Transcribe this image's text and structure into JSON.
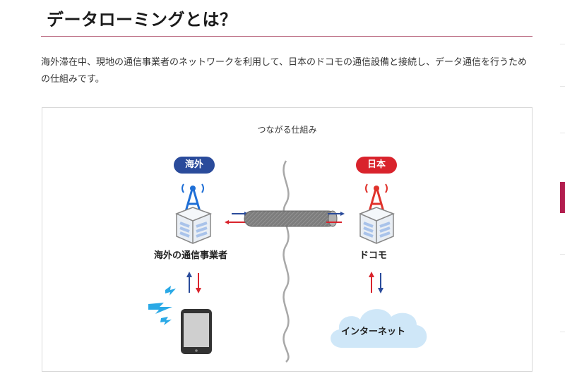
{
  "header": {
    "title": "データローミングとは？"
  },
  "intro": {
    "text": "海外滞在中、現地の通信事業者のネットワークを利用して、日本のドコモの通信設備と接続し、データ通信を行うための仕組みです。"
  },
  "diagram": {
    "caption": "つながる仕組み",
    "regions": {
      "abroad": "海外",
      "japan": "日本"
    },
    "nodes": {
      "abroad_operator": "海外の通信事業者",
      "docomo": "ドコモ",
      "internet": "インターネット"
    },
    "colors": {
      "abroad": "#2a4b9b",
      "japan": "#d9232c",
      "tower_blue": "#1f6fd6",
      "tower_red": "#e0322b",
      "building_fill": "#e9eef4",
      "building_window": "#a9c3ea",
      "cloud": "#cfe7f8",
      "phone": "#333333",
      "signal": "#2aa9e6",
      "cable": "#8a8a8a",
      "divider": "#a8a8a8",
      "rule": "#b9677f"
    }
  }
}
